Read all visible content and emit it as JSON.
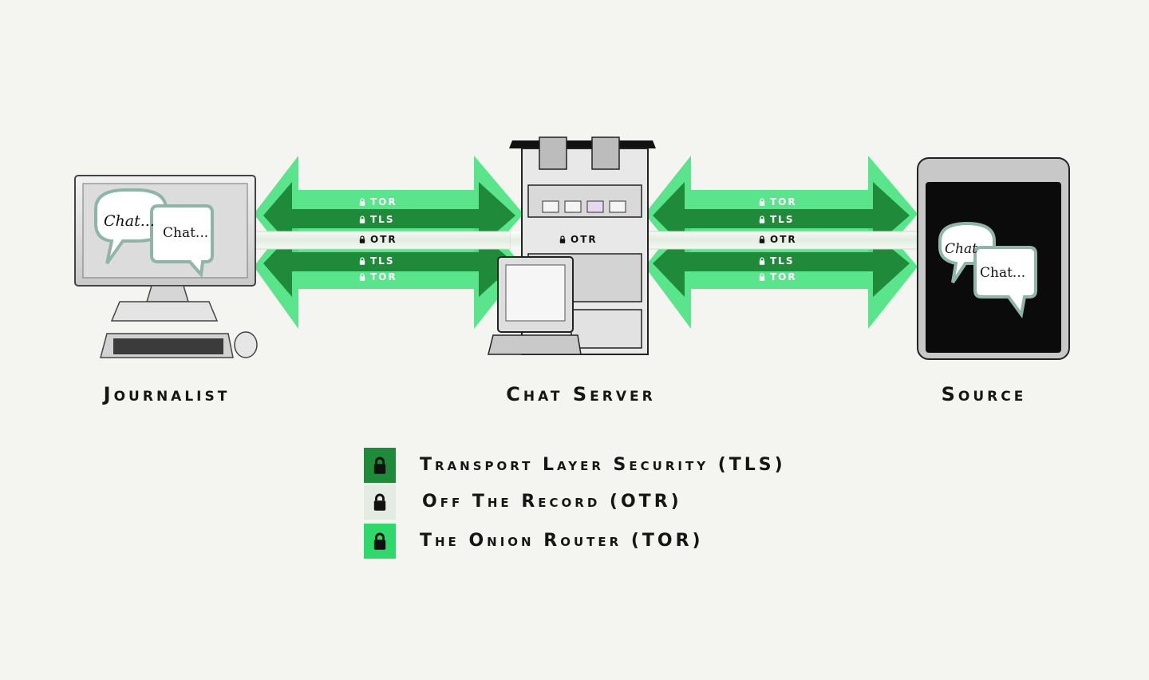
{
  "nodes": {
    "journalist": "Journalist",
    "chat_server": "Chat Server",
    "source": "Source"
  },
  "screen_bubbles": {
    "journalist": [
      "Chat...",
      "Chat..."
    ],
    "source": [
      "Chat",
      "Chat..."
    ]
  },
  "channel_left": {
    "top": [
      "TOR",
      "TLS"
    ],
    "middle": "OTR",
    "bottom": [
      "TLS",
      "TOR"
    ]
  },
  "channel_center": {
    "middle": "OTR"
  },
  "channel_right": {
    "top": [
      "TOR",
      "TLS"
    ],
    "middle": "OTR",
    "bottom": [
      "TLS",
      "TOR"
    ]
  },
  "legend": [
    {
      "label": "Transport Layer Security (TLS)",
      "color": "#1f8a3a"
    },
    {
      "label": "Off The Record (OTR)",
      "color": "#e4ebe2"
    },
    {
      "label": "The Onion Router (TOR)",
      "color": "#2fd86a"
    }
  ],
  "colors": {
    "tor": "#2fdc6c",
    "tls": "#1f8a3a",
    "otr": "#eef3ec",
    "ink": "#151515"
  }
}
